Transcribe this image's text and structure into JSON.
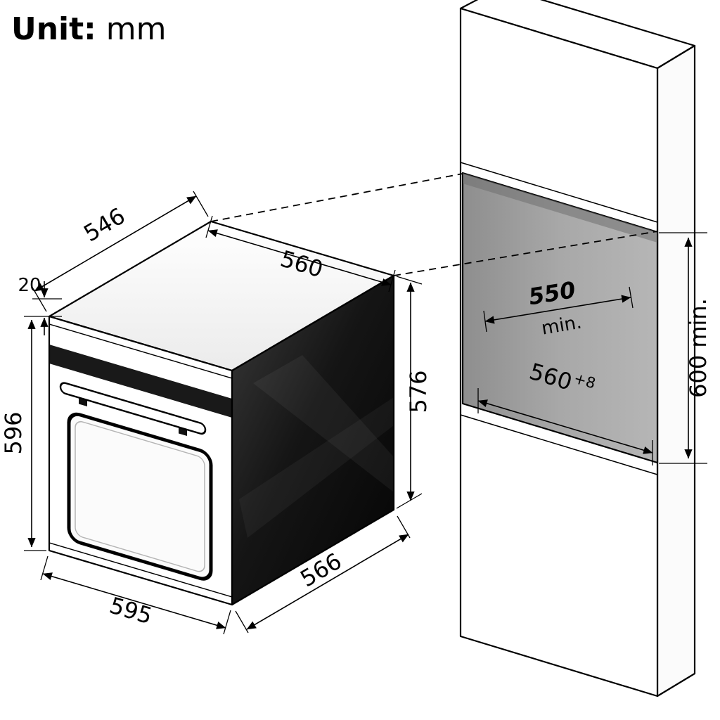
{
  "unit": {
    "prefix": "Unit:",
    "suffix": " mm"
  },
  "oven_dimensions": {
    "top_depth": "546",
    "top_width": "560",
    "top_offset": "20",
    "front_height": "596",
    "body_height": "576",
    "front_width": "595",
    "bottom_depth": "566"
  },
  "cabinet_dimensions": {
    "depth_value": "550",
    "depth_qualifier": "min.",
    "width_value": "560",
    "width_tolerance": "+8",
    "height_value": "600 min."
  },
  "colors": {
    "background": "#ffffff",
    "line": "#000000",
    "cavity_gray": "#a5a5a5",
    "oven_side_dark": "#141414"
  }
}
